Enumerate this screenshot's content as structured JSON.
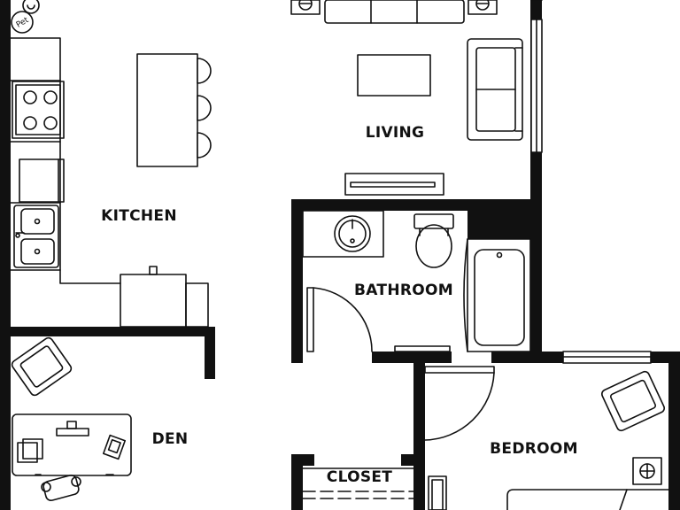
{
  "rooms": {
    "living": "LIVING",
    "kitchen": "KITCHEN",
    "bathroom": "BATHROOM",
    "den": "DEN",
    "bedroom": "BEDROOM",
    "closet": "CLOSET"
  },
  "badge": {
    "text": "Pet",
    "icon": "pet-paw-icon"
  },
  "colors": {
    "wall": "#111111",
    "line": "#111111",
    "background": "#ffffff"
  }
}
